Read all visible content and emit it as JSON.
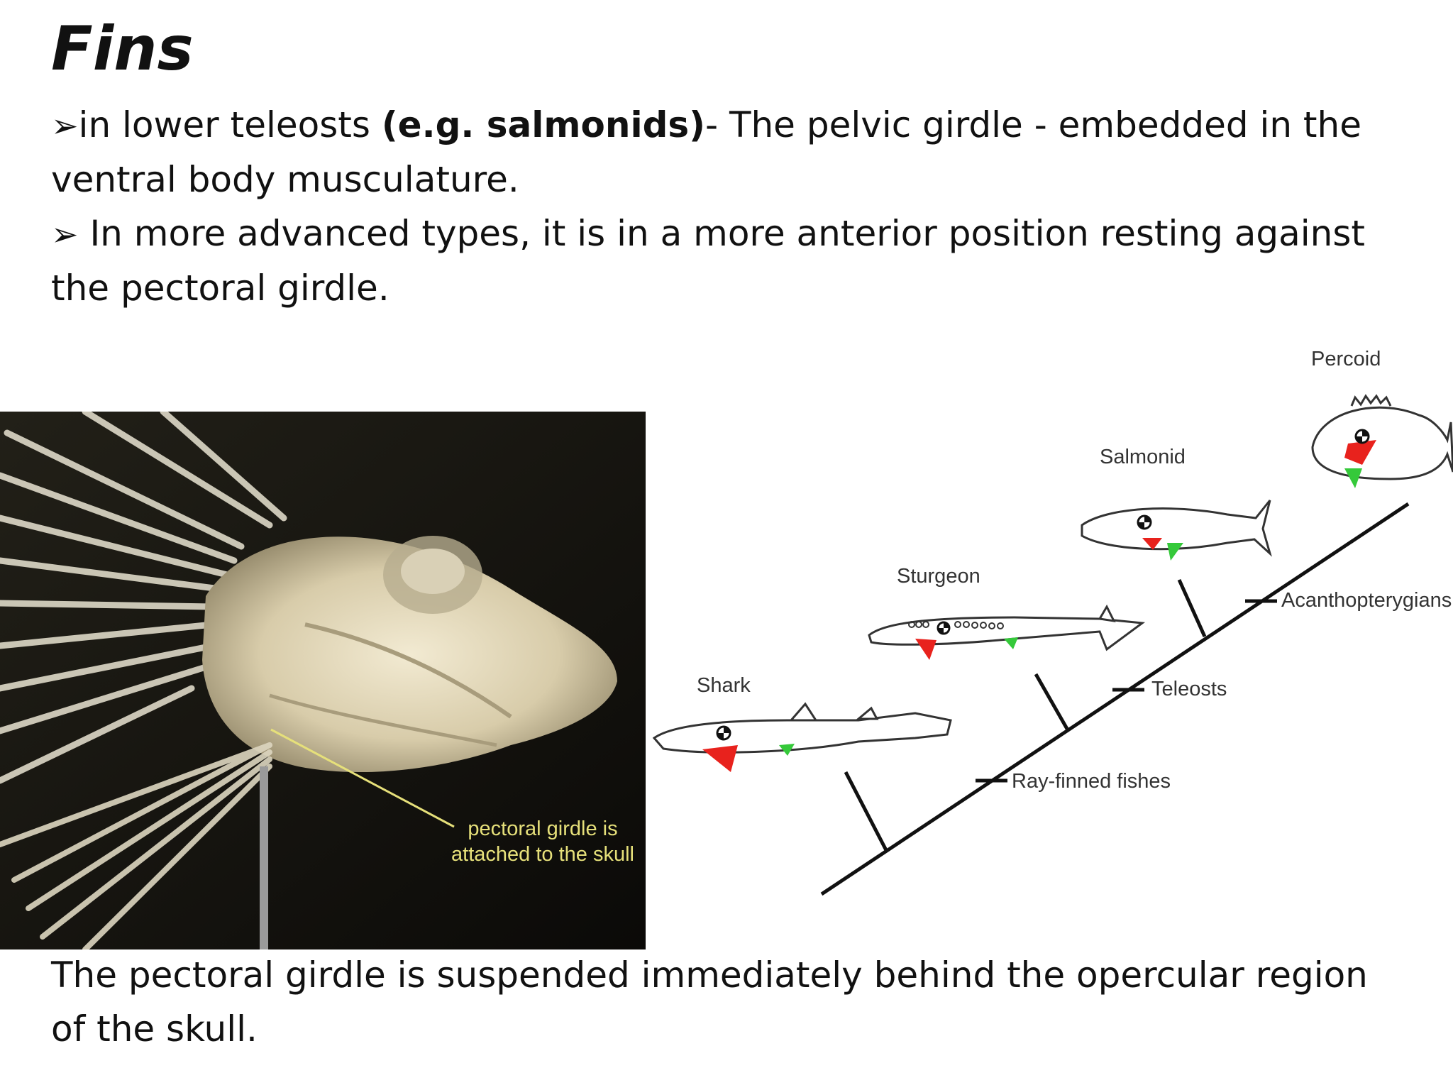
{
  "slide": {
    "title": "Fins",
    "bullets": [
      {
        "marker": "➢",
        "pre": "in lower teleosts ",
        "bold": "(e.g. salmonids)",
        "post": "- The pelvic girdle -  embedded in the ventral body musculature."
      },
      {
        "marker": "➢",
        "text": " In more advanced types, it is in a more anterior position resting against the pectoral girdle."
      }
    ],
    "footer": "The pectoral girdle is suspended immediately behind the opercular region of the skull."
  },
  "photo": {
    "caption": "pectoral girdle is attached to the skull"
  },
  "diagram": {
    "taxa": [
      "Percoid",
      "Salmonid",
      "Sturgeon",
      "Shark"
    ],
    "nodes": [
      "Acanthopterygians",
      "Teleosts",
      "Ray-finned fishes"
    ],
    "colors": {
      "pectoral": "#e8221d",
      "pelvic": "#35c93a",
      "line": "#111111"
    }
  }
}
